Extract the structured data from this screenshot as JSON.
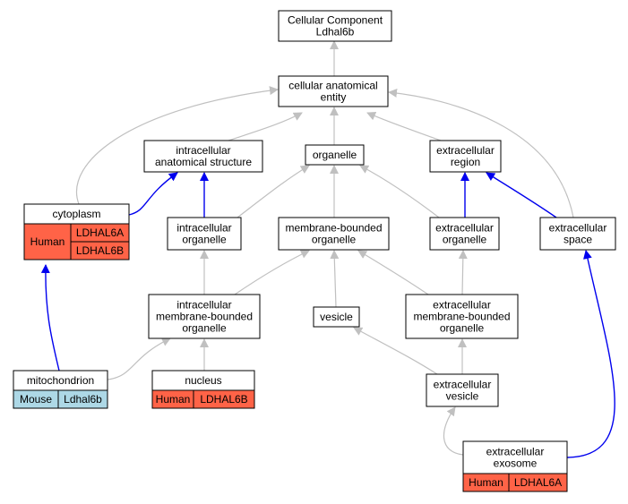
{
  "colors": {
    "grey_edge": "#c0c0c0",
    "blue_edge": "#0000ee",
    "human_fill": "#ff6347",
    "mouse_fill": "#add8e6",
    "node_fill": "#ffffff",
    "node_border": "#000000"
  },
  "nodes": {
    "cellular_component": {
      "lines": [
        "Cellular Component",
        "Ldhal6b"
      ]
    },
    "cellular_anatomical_entity": {
      "lines": [
        "cellular anatomical",
        "entity"
      ]
    },
    "intracellular_anatomical_structure": {
      "lines": [
        "intracellular",
        "anatomical structure"
      ]
    },
    "organelle": {
      "lines": [
        "organelle"
      ]
    },
    "extracellular_region": {
      "lines": [
        "extracellular",
        "region"
      ]
    },
    "cytoplasm": {
      "lines": [
        "cytoplasm"
      ],
      "species": "Human",
      "genes": [
        "LDHAL6A",
        "LDHAL6B"
      ]
    },
    "intracellular_organelle": {
      "lines": [
        "intracellular",
        "organelle"
      ]
    },
    "membrane_bounded_organelle": {
      "lines": [
        "membrane-bounded",
        "organelle"
      ]
    },
    "extracellular_organelle": {
      "lines": [
        "extracellular",
        "organelle"
      ]
    },
    "extracellular_space": {
      "lines": [
        "extracellular",
        "space"
      ]
    },
    "intracellular_membrane_bounded_organelle": {
      "lines": [
        "intracellular",
        "membrane-bounded",
        "organelle"
      ]
    },
    "vesicle": {
      "lines": [
        "vesicle"
      ]
    },
    "extracellular_membrane_bounded_organelle": {
      "lines": [
        "extracellular",
        "membrane-bounded",
        "organelle"
      ]
    },
    "mitochondrion": {
      "lines": [
        "mitochondrion"
      ],
      "species": "Mouse",
      "genes": [
        "Ldhal6b"
      ]
    },
    "nucleus": {
      "lines": [
        "nucleus"
      ],
      "species": "Human",
      "genes": [
        "LDHAL6B"
      ]
    },
    "extracellular_vesicle": {
      "lines": [
        "extracellular",
        "vesicle"
      ]
    },
    "extracellular_exosome": {
      "lines": [
        "extracellular",
        "exosome"
      ],
      "species": "Human",
      "genes": [
        "LDHAL6A"
      ]
    }
  },
  "edges": [
    {
      "from": "cellular_anatomical_entity",
      "to": "cellular_component",
      "kind": "grey"
    },
    {
      "from": "intracellular_anatomical_structure",
      "to": "cellular_anatomical_entity",
      "kind": "grey"
    },
    {
      "from": "organelle",
      "to": "cellular_anatomical_entity",
      "kind": "grey"
    },
    {
      "from": "extracellular_region",
      "to": "cellular_anatomical_entity",
      "kind": "grey"
    },
    {
      "from": "cytoplasm",
      "to": "cellular_anatomical_entity",
      "kind": "grey"
    },
    {
      "from": "extracellular_space",
      "to": "cellular_anatomical_entity",
      "kind": "grey"
    },
    {
      "from": "cytoplasm",
      "to": "intracellular_anatomical_structure",
      "kind": "blue"
    },
    {
      "from": "intracellular_organelle",
      "to": "intracellular_anatomical_structure",
      "kind": "blue"
    },
    {
      "from": "intracellular_organelle",
      "to": "organelle",
      "kind": "grey"
    },
    {
      "from": "membrane_bounded_organelle",
      "to": "organelle",
      "kind": "grey"
    },
    {
      "from": "extracellular_organelle",
      "to": "organelle",
      "kind": "grey"
    },
    {
      "from": "extracellular_organelle",
      "to": "extracellular_region",
      "kind": "blue"
    },
    {
      "from": "extracellular_space",
      "to": "extracellular_region",
      "kind": "blue"
    },
    {
      "from": "intracellular_membrane_bounded_organelle",
      "to": "intracellular_organelle",
      "kind": "grey"
    },
    {
      "from": "intracellular_membrane_bounded_organelle",
      "to": "membrane_bounded_organelle",
      "kind": "grey"
    },
    {
      "from": "vesicle",
      "to": "membrane_bounded_organelle",
      "kind": "grey"
    },
    {
      "from": "extracellular_membrane_bounded_organelle",
      "to": "membrane_bounded_organelle",
      "kind": "grey"
    },
    {
      "from": "extracellular_membrane_bounded_organelle",
      "to": "extracellular_organelle",
      "kind": "grey"
    },
    {
      "from": "mitochondrion",
      "to": "cytoplasm",
      "kind": "blue"
    },
    {
      "from": "mitochondrion",
      "to": "intracellular_membrane_bounded_organelle",
      "kind": "grey"
    },
    {
      "from": "nucleus",
      "to": "intracellular_membrane_bounded_organelle",
      "kind": "grey"
    },
    {
      "from": "extracellular_vesicle",
      "to": "vesicle",
      "kind": "grey"
    },
    {
      "from": "extracellular_vesicle",
      "to": "extracellular_membrane_bounded_organelle",
      "kind": "grey"
    },
    {
      "from": "extracellular_exosome",
      "to": "extracellular_vesicle",
      "kind": "grey"
    },
    {
      "from": "extracellular_exosome",
      "to": "extracellular_space",
      "kind": "blue"
    }
  ]
}
